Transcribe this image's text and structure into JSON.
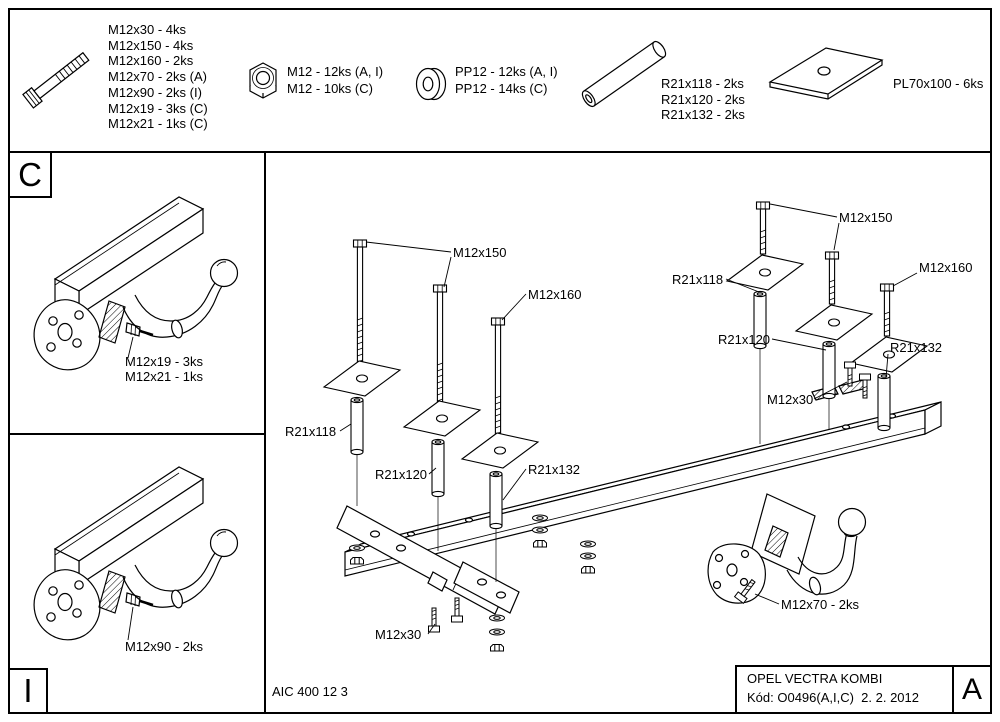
{
  "page": {
    "paper": "#ffffff",
    "ink": "#000000"
  },
  "legend": {
    "bolts": {
      "icon": "hex-bolt-icon",
      "labels": [
        "M12x30 - 4ks",
        "M12x150 - 4ks",
        "M12x160 - 2ks",
        "M12x70 - 2ks (A)",
        "M12x90 - 2ks (I)",
        "M12x19 - 3ks (C)",
        "M12x21 - 1ks (C)"
      ]
    },
    "nuts": {
      "icon": "hex-nut-icon",
      "labels": [
        "M12 - 12ks (A, I)",
        "M12 - 10ks (C)"
      ]
    },
    "washers": {
      "icon": "washer-icon",
      "labels": [
        "PP12 - 12ks (A, I)",
        "PP12 - 14ks (C)"
      ]
    },
    "spacers": {
      "icon": "spacer-tube-icon",
      "labels": [
        "R21x118 - 2ks",
        "R21x120 - 2ks",
        "R21x132 - 2ks"
      ]
    },
    "plates": {
      "icon": "mounting-plate-icon",
      "labels": [
        "PL70x100 - 6ks"
      ]
    }
  },
  "panel_c": {
    "letter": "C",
    "callouts": [
      "M12x19 - 3ks",
      "M12x21 - 1ks"
    ]
  },
  "panel_i": {
    "letter": "I",
    "callouts": [
      "M12x90 - 2ks"
    ]
  },
  "main_diagram": {
    "left_callouts": {
      "m12x150": "M12x150",
      "m12x160": "M12x160",
      "r21x118": "R21x118",
      "r21x120": "R21x120",
      "r21x132": "R21x132",
      "m12x30": "M12x30"
    },
    "right_callouts": {
      "m12x150": "M12x150",
      "m12x160": "M12x160",
      "r21x118": "R21x118",
      "r21x120": "R21x120",
      "r21x132": "R21x132",
      "m12x30": "M12x30",
      "m12x70": "M12x70 - 2ks"
    }
  },
  "footer": {
    "doc_number": "AIC 400 12 3",
    "vehicle_title": "OPEL VECTRA KOMBI",
    "code_line": "Kód: O0496(A,I,C)  2. 2. 2012",
    "section_letter": "A"
  }
}
